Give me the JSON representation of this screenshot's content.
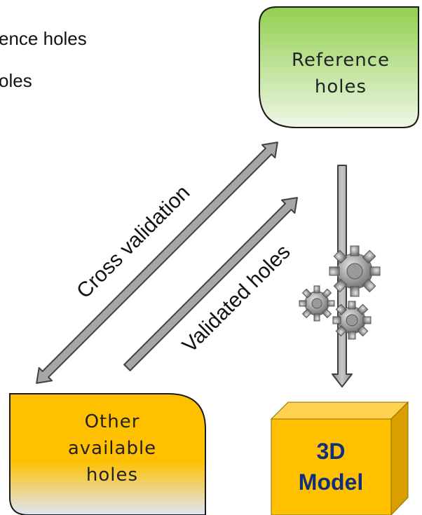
{
  "top_left_text": {
    "line1": "ence holes",
    "line2": "oles"
  },
  "reference_box": {
    "label_line1": "Reference",
    "label_line2": "holes",
    "color_top": "#92d050",
    "color_bottom": "#eef6e6"
  },
  "other_box": {
    "label_line1": "Other",
    "label_line2": "available",
    "label_line3": "holes",
    "color_top": "#ffc000",
    "color_bottom": "#dde6f7"
  },
  "model_cube": {
    "label_line1": "3D",
    "label_line2": "Model",
    "color": "#ffc000",
    "text_color": "#0f2f7a"
  },
  "arrows": {
    "cross_validation": "Cross validation",
    "validated_holes": "Validated holes"
  },
  "icons": [
    "gear-icon",
    "gear-icon",
    "gear-icon"
  ],
  "colors": {
    "arrow_fill": "#a6a6a6",
    "arrow_stroke": "#404040"
  }
}
